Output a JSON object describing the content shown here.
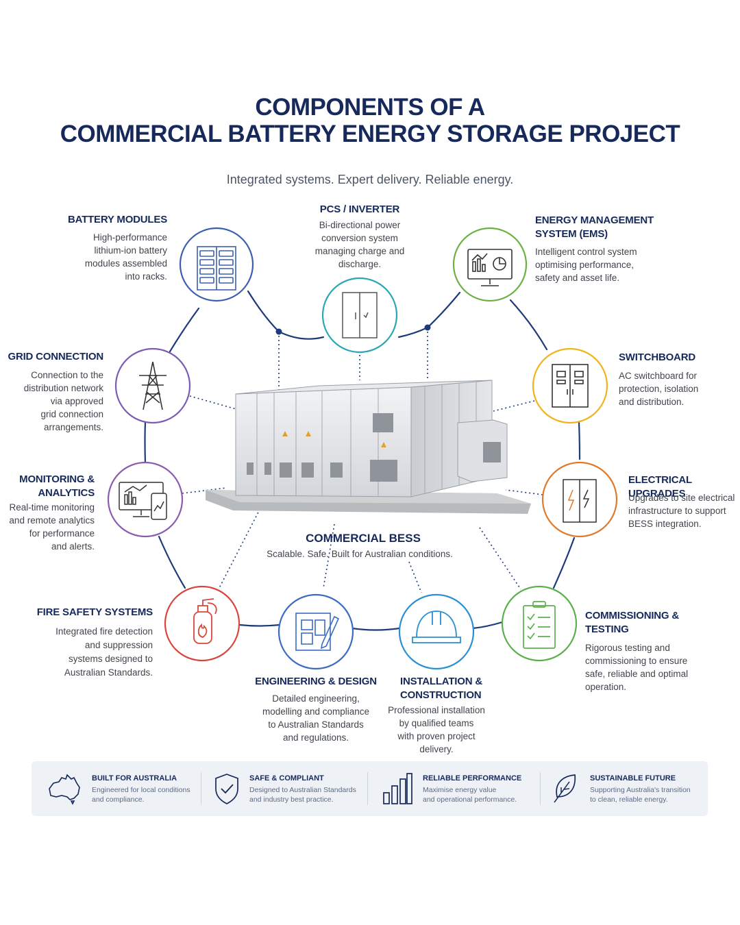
{
  "header": {
    "title_line1": "COMPONENTS OF A",
    "title_line2": "COMMERCIAL BATTERY ENERGY STORAGE PROJECT",
    "subtitle": "Integrated systems. Expert delivery. Reliable energy."
  },
  "center": {
    "title": "COMMERCIAL BESS",
    "tagline": "Scalable. Safe. Built for Australian conditions."
  },
  "components": [
    {
      "id": "battery-modules",
      "title_lines": [
        "BATTERY MODULES"
      ],
      "desc_lines": [
        "High-performance",
        "lithium-ion battery",
        "modules assembled",
        "into racks."
      ],
      "icon": "battery-rack-icon",
      "color": "#3a5fb0"
    },
    {
      "id": "pcs-inverter",
      "title_lines": [
        "PCS / INVERTER"
      ],
      "desc_lines": [
        "Bi-directional power",
        "conversion system",
        "managing charge and",
        "discharge."
      ],
      "icon": "inverter-cabinet-icon",
      "color": "#2aa7b4"
    },
    {
      "id": "ems",
      "title_lines": [
        "ENERGY MANAGEMENT",
        "SYSTEM (EMS)"
      ],
      "desc_lines": [
        "Intelligent control system",
        "optimising performance,",
        "safety and asset life."
      ],
      "icon": "monitor-dashboard-icon",
      "color": "#6cb043"
    },
    {
      "id": "grid-connection",
      "title_lines": [
        "GRID CONNECTION"
      ],
      "desc_lines": [
        "Connection to the",
        "distribution network",
        "via approved",
        "grid connection",
        "arrangements."
      ],
      "icon": "transmission-tower-icon",
      "color": "#7a5cb4"
    },
    {
      "id": "switchboard",
      "title_lines": [
        "SWITCHBOARD"
      ],
      "desc_lines": [
        "AC switchboard for",
        "protection, isolation",
        "and distribution."
      ],
      "icon": "switchboard-icon",
      "color": "#f2b21b"
    },
    {
      "id": "monitoring",
      "title_lines": [
        "MONITORING &",
        "ANALYTICS"
      ],
      "desc_lines": [
        "Real-time monitoring",
        "and remote analytics",
        "for performance",
        "and alerts."
      ],
      "icon": "analytics-devices-icon",
      "color": "#8a5cb0"
    },
    {
      "id": "electrical-upgrades",
      "title_lines": [
        "ELECTRICAL UPGRADES"
      ],
      "desc_lines": [
        "Upgrades to site electrical",
        "infrastructure to support",
        "BESS integration."
      ],
      "icon": "electrical-panel-icon",
      "color": "#e07a2a"
    },
    {
      "id": "fire-safety",
      "title_lines": [
        "FIRE SAFETY SYSTEMS"
      ],
      "desc_lines": [
        "Integrated fire detection",
        "and suppression",
        "systems designed to",
        "Australian Standards."
      ],
      "icon": "fire-extinguisher-icon",
      "color": "#d9453c"
    },
    {
      "id": "engineering",
      "title_lines": [
        "ENGINEERING & DESIGN"
      ],
      "desc_lines": [
        "Detailed engineering,",
        "modelling and compliance",
        "to Australian Standards",
        "and regulations."
      ],
      "icon": "blueprint-pencil-icon",
      "color": "#3a6cc4"
    },
    {
      "id": "installation",
      "title_lines": [
        "INSTALLATION &",
        "CONSTRUCTION"
      ],
      "desc_lines": [
        "Professional installation",
        "by qualified teams",
        "with proven project",
        "delivery."
      ],
      "icon": "hard-hat-icon",
      "color": "#2a8fd4"
    },
    {
      "id": "commissioning",
      "title_lines": [
        "COMMISSIONING &",
        "TESTING"
      ],
      "desc_lines": [
        "Rigorous testing and",
        "commissioning to ensure",
        "safe, reliable and optimal",
        "operation."
      ],
      "icon": "checklist-clipboard-icon",
      "color": "#5ab04a"
    }
  ],
  "footer": [
    {
      "title": "BUILT FOR AUSTRALIA",
      "desc_lines": [
        "Engineered for local conditions",
        "and compliance."
      ],
      "icon": "australia-map-icon"
    },
    {
      "title": "SAFE & COMPLIANT",
      "desc_lines": [
        "Designed to Australian Standards",
        "and industry best practice."
      ],
      "icon": "shield-check-icon"
    },
    {
      "title": "RELIABLE PERFORMANCE",
      "desc_lines": [
        "Maximise energy value",
        "and operational performance."
      ],
      "icon": "bar-chart-icon"
    },
    {
      "title": "SUSTAINABLE FUTURE",
      "desc_lines": [
        "Supporting Australia's transition",
        "to clean, reliable energy."
      ],
      "icon": "leaf-icon"
    }
  ],
  "colors": {
    "navy": "#16295a",
    "ring": "#1d3a7a",
    "footer_bg": "#eef1f6"
  }
}
